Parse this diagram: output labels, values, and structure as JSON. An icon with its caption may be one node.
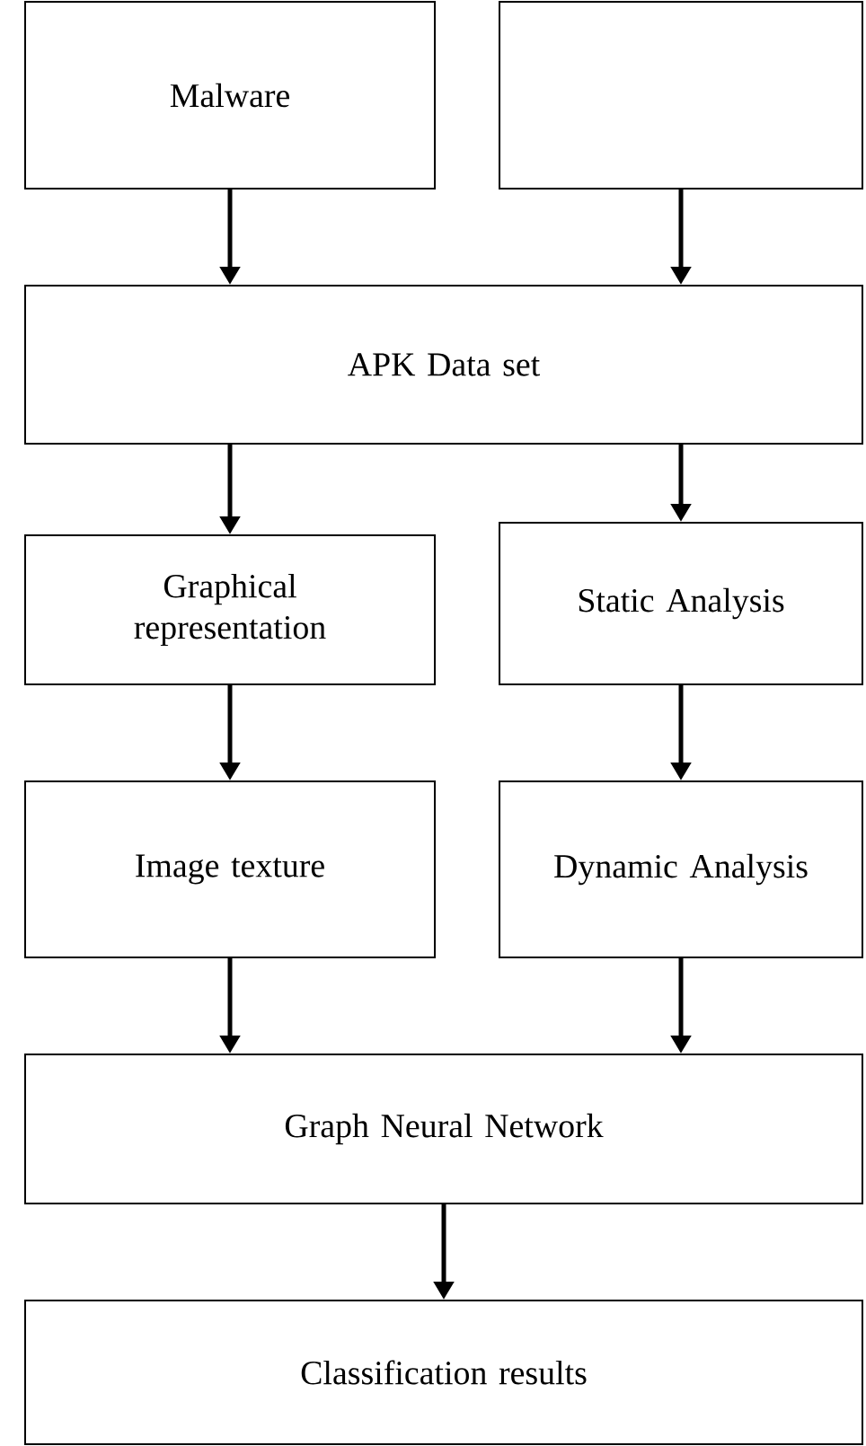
{
  "diagram": {
    "nodes": [
      {
        "text": [
          "Malware"
        ]
      },
      {
        "text": [],
        "shape": "box"
      },
      {
        "text": [
          "APK Data set"
        ]
      },
      {
        "text": [
          "Graphical representation"
        ]
      },
      {
        "text": [
          "Static Analysis"
        ]
      },
      {
        "text": [
          "Image texture"
        ]
      },
      {
        "text": [
          "Dynamic Analysis"
        ]
      },
      {
        "text": [
          "Graph Neural Network"
        ]
      },
      {
        "text": [
          "Classification results"
        ]
      }
    ],
    "edges": [
      {
        "from": 0,
        "to": 2,
        "arrow": "to"
      },
      {
        "from": 1,
        "to": 2,
        "arrow": "to"
      },
      {
        "from": 2,
        "to": 3,
        "arrow": "to"
      },
      {
        "from": 2,
        "to": 4,
        "arrow": "to"
      },
      {
        "from": 3,
        "to": 5,
        "arrow": "to"
      },
      {
        "from": 4,
        "to": 6,
        "arrow": "to"
      },
      {
        "from": 5,
        "to": 7,
        "arrow": "to"
      },
      {
        "from": 6,
        "to": 7,
        "arrow": "to"
      },
      {
        "from": 7,
        "to": 8,
        "arrow": "to"
      }
    ]
  }
}
